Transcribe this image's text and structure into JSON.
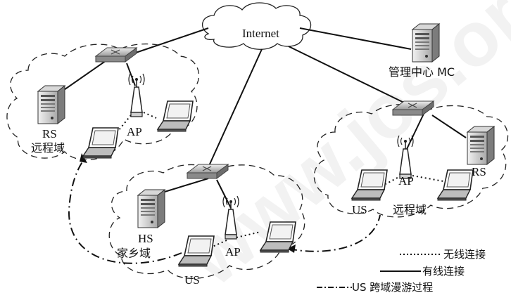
{
  "internet_label": "Internet",
  "mc_label": "管理中心 MC",
  "left_domain": {
    "rs": "RS",
    "domain": "远程域",
    "ap": "AP"
  },
  "home_domain": {
    "hs": "HS",
    "domain": "家乡域",
    "ap": "AP",
    "us": "US"
  },
  "right_domain": {
    "rs": "RS",
    "ap": "AP",
    "us": "US",
    "domain": "远程域"
  },
  "legend": {
    "wireless": "无线连接",
    "wired": "有线连接",
    "roaming": "US 跨域漫游过程"
  },
  "watermark": "www.jos.org.cn"
}
